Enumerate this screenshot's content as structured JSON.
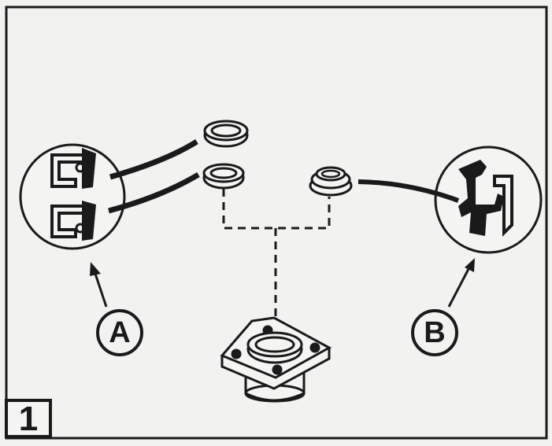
{
  "figure": {
    "number": "1",
    "callout_a": "A",
    "callout_b": "B"
  },
  "colors": {
    "ink": "#1a1a1a",
    "paper": "#f2f2f0"
  }
}
